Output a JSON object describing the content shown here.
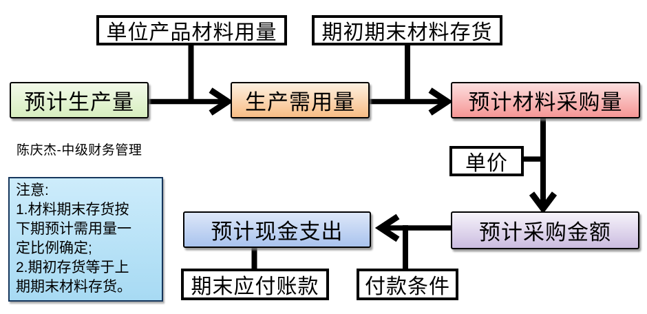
{
  "watermark": "陈庆杰-中级财务管理",
  "boxes": {
    "unit_material_usage": "单位产品材料用量",
    "begin_end_inventory": "期初期末材料存货",
    "estimated_production": "预计生产量",
    "production_requirement": "生产需用量",
    "estimated_material_purchase_qty": "预计材料采购量",
    "unit_price": "单价",
    "estimated_purchase_amount": "预计采购金额",
    "estimated_cash_payment": "预计现金支出",
    "ending_accounts_payable": "期末应付账款",
    "payment_terms": "付款条件"
  },
  "note": {
    "lines": [
      "注意:",
      "1.材料期末存货按",
      "下期预计需用量一",
      "定比例确定;",
      "2.期初存货等于上",
      "期期末材料存货。"
    ]
  },
  "colors": {
    "connector": "#000000",
    "box_border": "#000000",
    "white_box_fill": "#ffffff",
    "green_box_top": "#f2f9e9",
    "green_box_bottom": "#d7eebf",
    "orange_box_top": "#fdf0e0",
    "orange_box_bottom": "#f8bd85",
    "pink_box_top": "#fcdfdf",
    "pink_box_bottom": "#f59695",
    "purple_box_top": "#f6f3fa",
    "purple_box_bottom": "#cbbce0",
    "blue_box_top": "#dde7f8",
    "blue_box_bottom": "#a9c3ee",
    "note_box_top": "#cdecfb",
    "note_box_bottom": "#a7daf3",
    "note_border": "#16365c"
  }
}
